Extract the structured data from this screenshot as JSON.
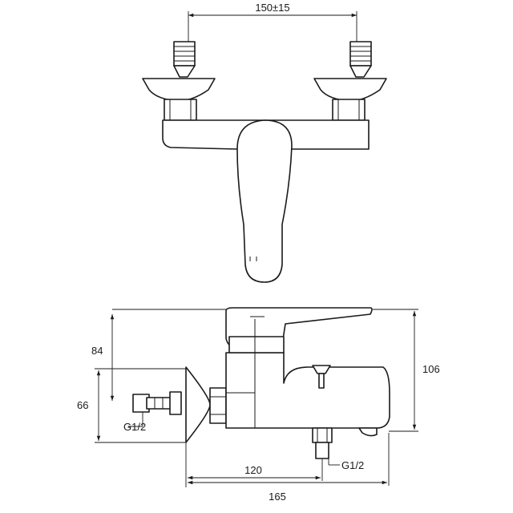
{
  "dimensions": {
    "top_width": "150±15",
    "side_height_upper": "84",
    "side_height_total": "106",
    "side_height_inlet": "66",
    "inlet_thread": "G1/2",
    "outlet_thread": "G1/2",
    "spout_offset": "120",
    "total_depth": "165"
  }
}
